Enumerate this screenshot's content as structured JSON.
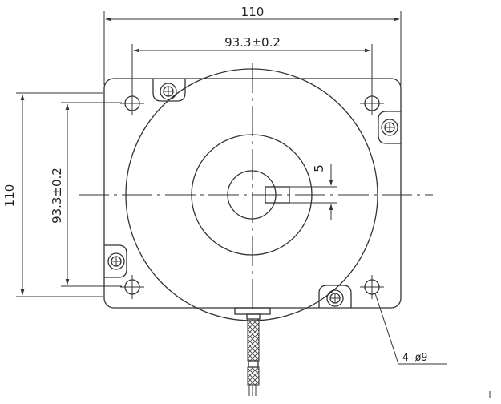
{
  "drawing": {
    "overall_width": "110",
    "overall_height": "110",
    "hole_spacing_horizontal": "93.3±0.2",
    "hole_spacing_vertical": "93.3±0.2",
    "key_dimension": "5",
    "hole_callout": "4-ø9"
  },
  "colors": {
    "line": "#333333",
    "background": "#ffffff"
  }
}
